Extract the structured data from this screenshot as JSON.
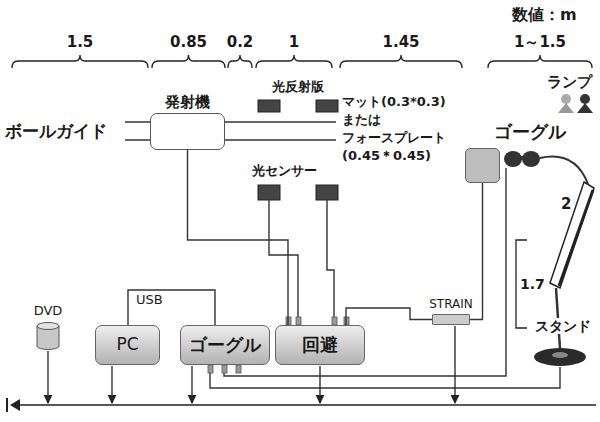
{
  "diagram": {
    "nodes": [
      {
        "text": [
          "発射機"
        ]
      },
      {
        "text": [
          "マット(0.3*0.3) または フォースプレート (0.45＊0.45)"
        ]
      },
      {
        "text": [
          "DVD"
        ]
      },
      {
        "text": [
          "PC"
        ]
      },
      {
        "text": [
          "ゴーグル"
        ]
      },
      {
        "text": [
          "回避"
        ]
      },
      {
        "text": [
          "STRAIN"
        ]
      }
    ],
    "edges": [
      {
        "from": 0,
        "to": 5,
        "arrow": "none"
      },
      {
        "from": 1,
        "to": 6,
        "arrow": "none"
      },
      {
        "from": 6,
        "to": 5,
        "arrow": "none"
      },
      {
        "from": 3,
        "to": 4,
        "label": "USB",
        "arrow": "none"
      }
    ],
    "labels": [
      "数値：m",
      "1.5",
      "0.85",
      "0.2",
      "1",
      "1.45",
      "1～1.5",
      "光反射版",
      "ボールガイド",
      "光センサー",
      "ゴーグル",
      "ランプ",
      "2",
      "1.7",
      "スタンド"
    ]
  }
}
